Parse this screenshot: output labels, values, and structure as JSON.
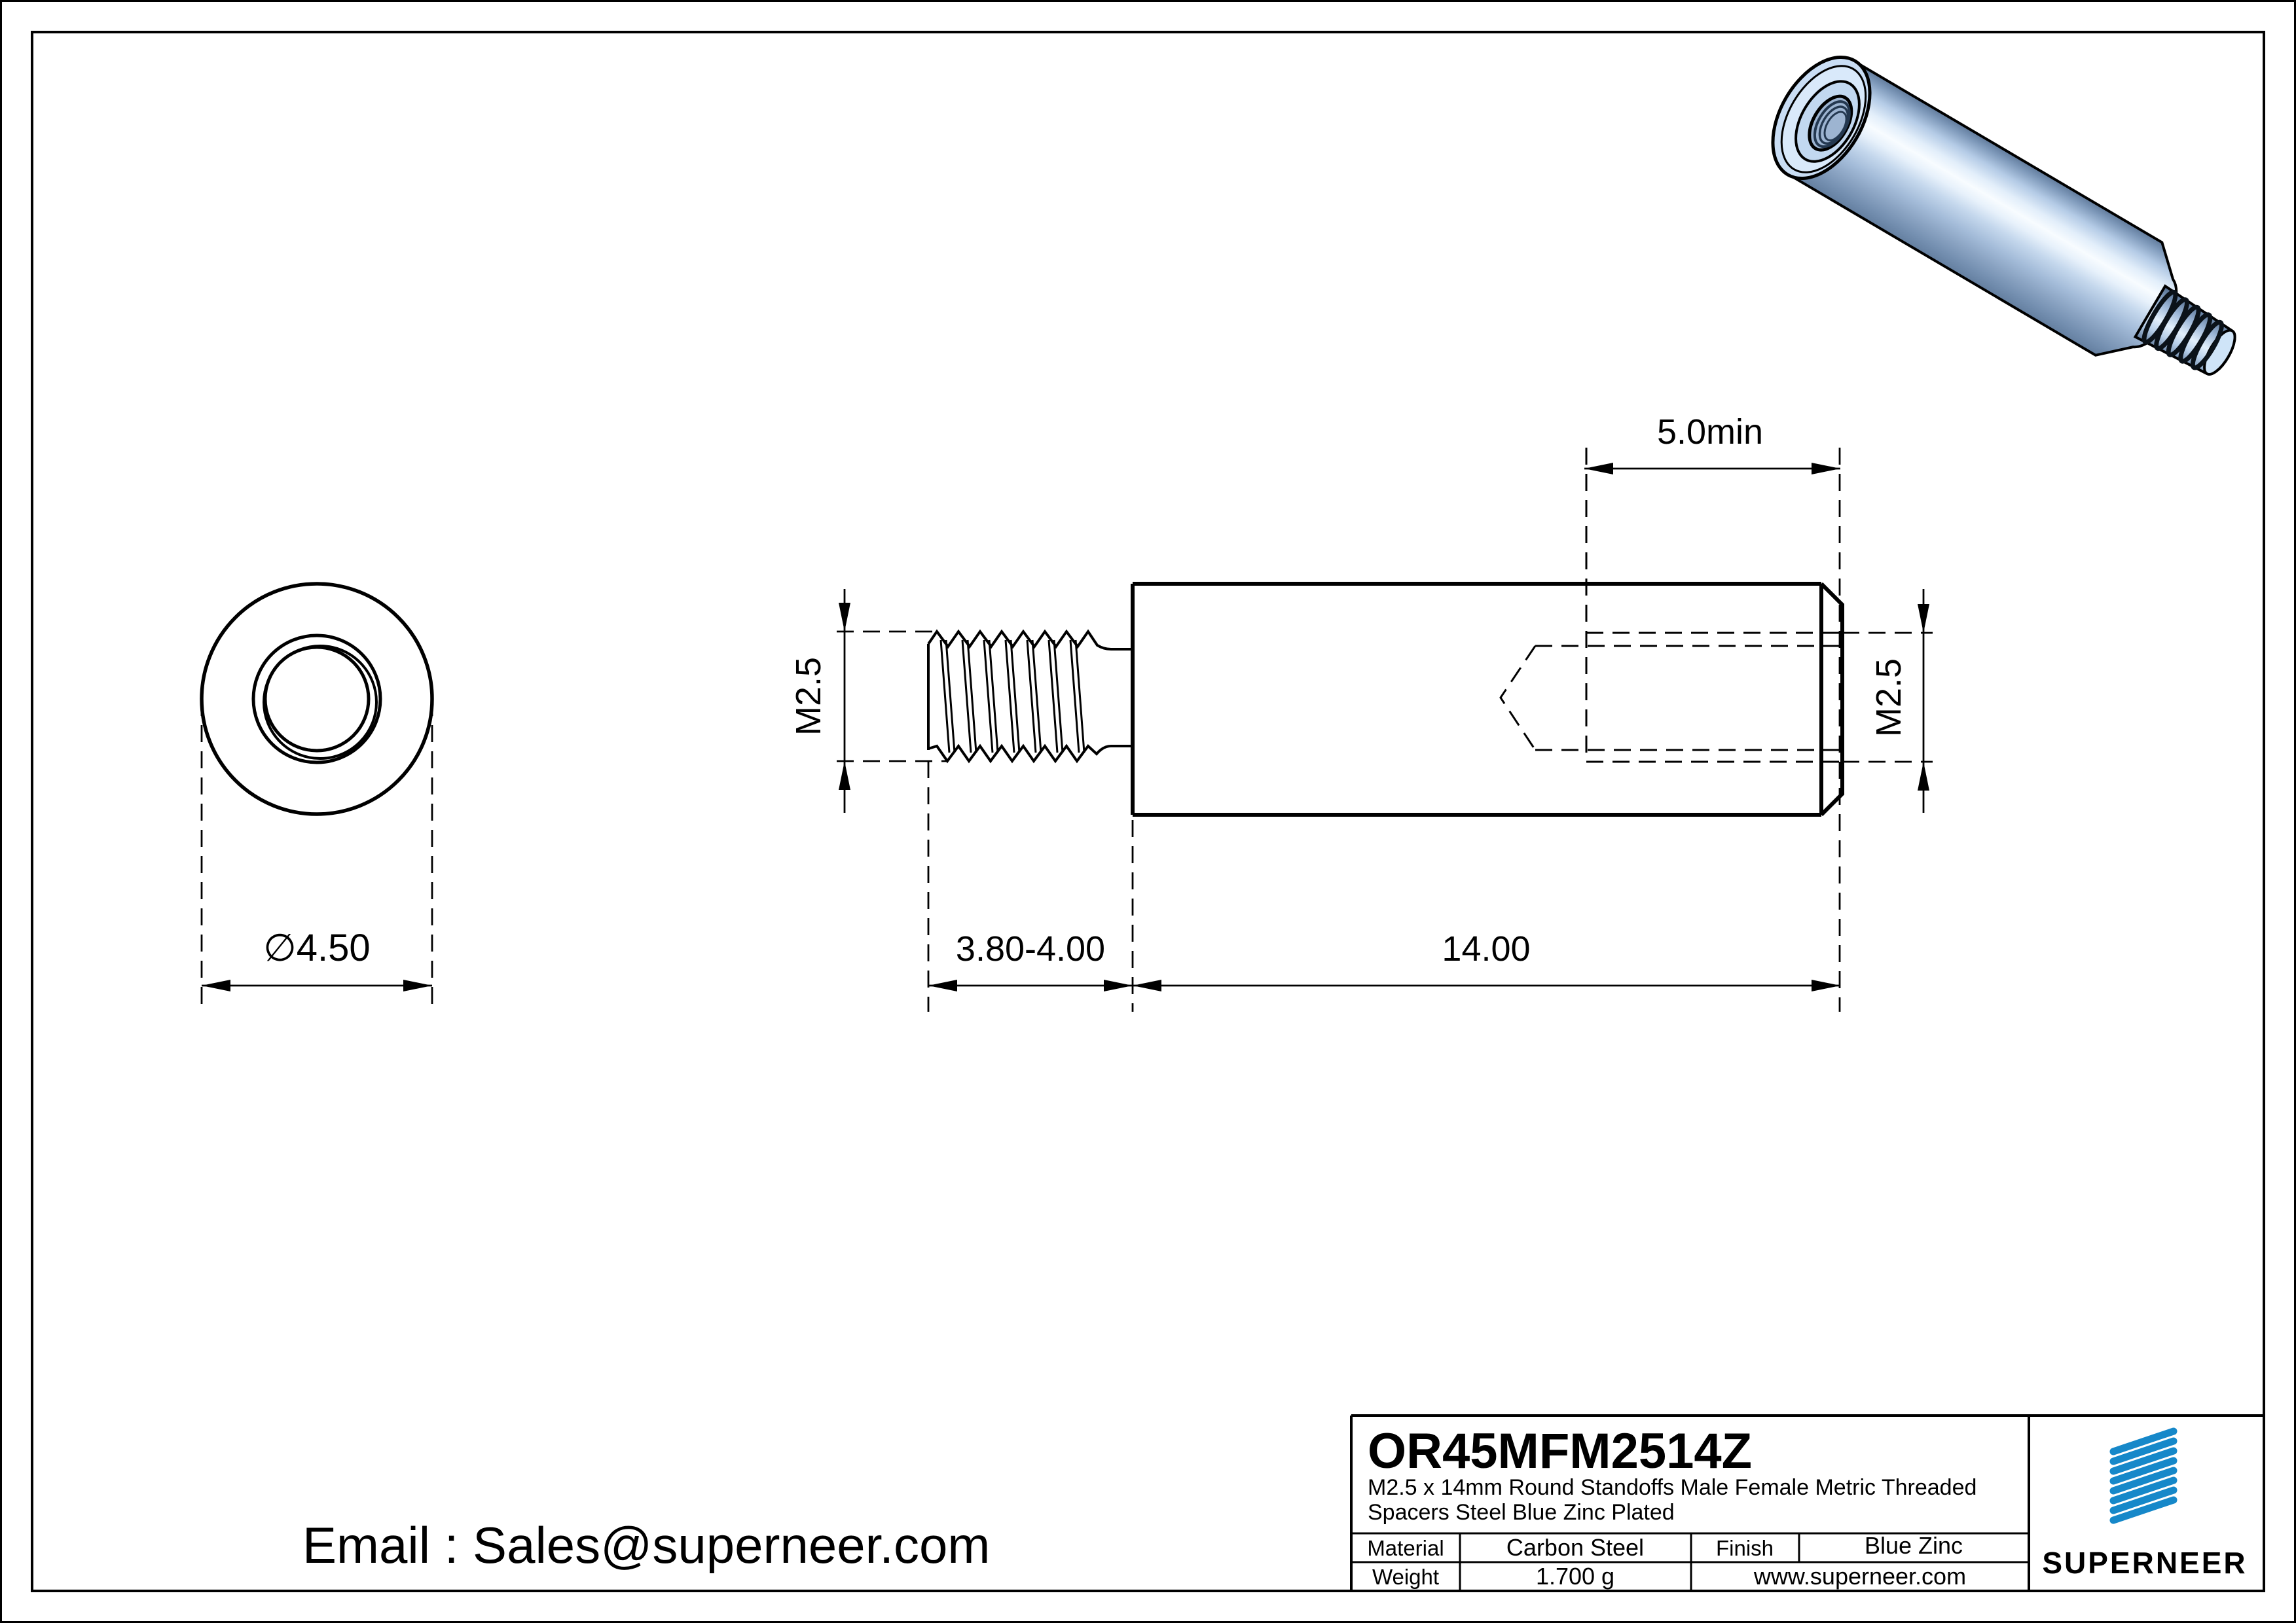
{
  "email": {
    "label": "Email : Sales@superneer.com"
  },
  "dims": {
    "front_diameter": "∅4.50",
    "male_thread_size": "M2.5",
    "male_thread_length": "3.80-4.00",
    "body_length": "14.00",
    "female_thread_size": "M2.5",
    "female_thread_depth": "5.0min"
  },
  "title_block": {
    "part_number": "OR45MFM2514Z",
    "description_line1": "M2.5 x 14mm Round Standoffs Male Female Metric Threaded",
    "description_line2": "Spacers Steel Blue Zinc Plated",
    "material_label": "Material",
    "material_value": "Carbon Steel",
    "finish_label": "Finish",
    "finish_value": "Blue Zinc",
    "weight_label": "Weight",
    "weight_value": "1.700 g",
    "website": "www.superneer.com",
    "brand_name": "SUPERNEER"
  },
  "colors": {
    "brand_blue": "#1688c9",
    "link_blue": "#1e7fd2",
    "line_black": "#000000",
    "part_light_blue": "#c9ddf4",
    "part_dark_blue": "#627d9e"
  }
}
